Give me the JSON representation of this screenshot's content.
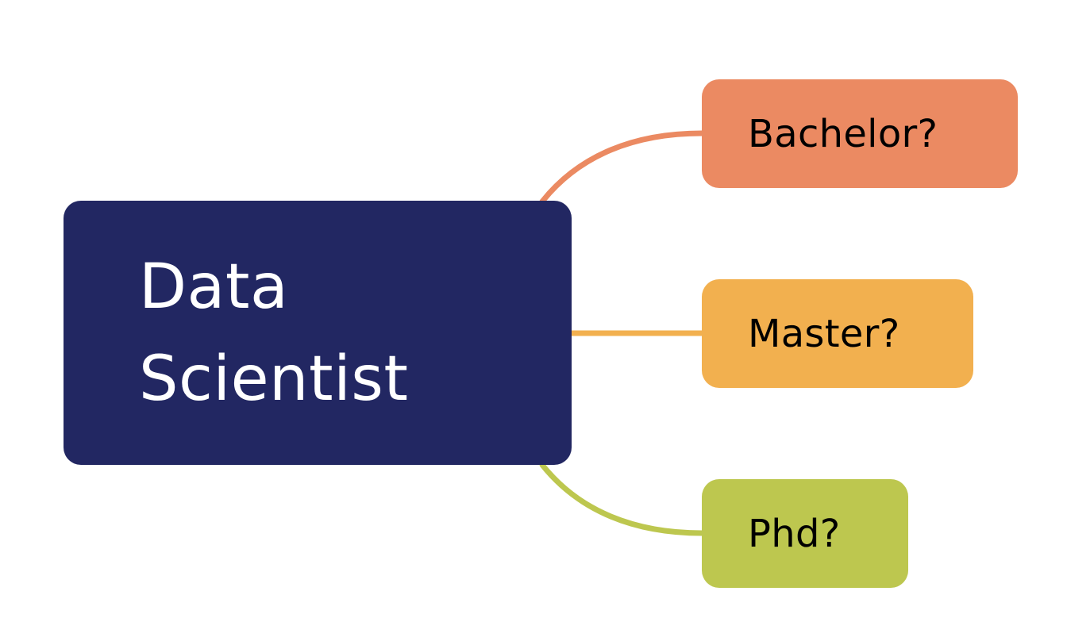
{
  "root": {
    "label": "Data\nScientist",
    "color": "#222762"
  },
  "branches": [
    {
      "label": "Bachelor?",
      "color": "#EB8A62"
    },
    {
      "label": "Master?",
      "color": "#F2B04F"
    },
    {
      "label": "Phd?",
      "color": "#BDC74F"
    }
  ]
}
